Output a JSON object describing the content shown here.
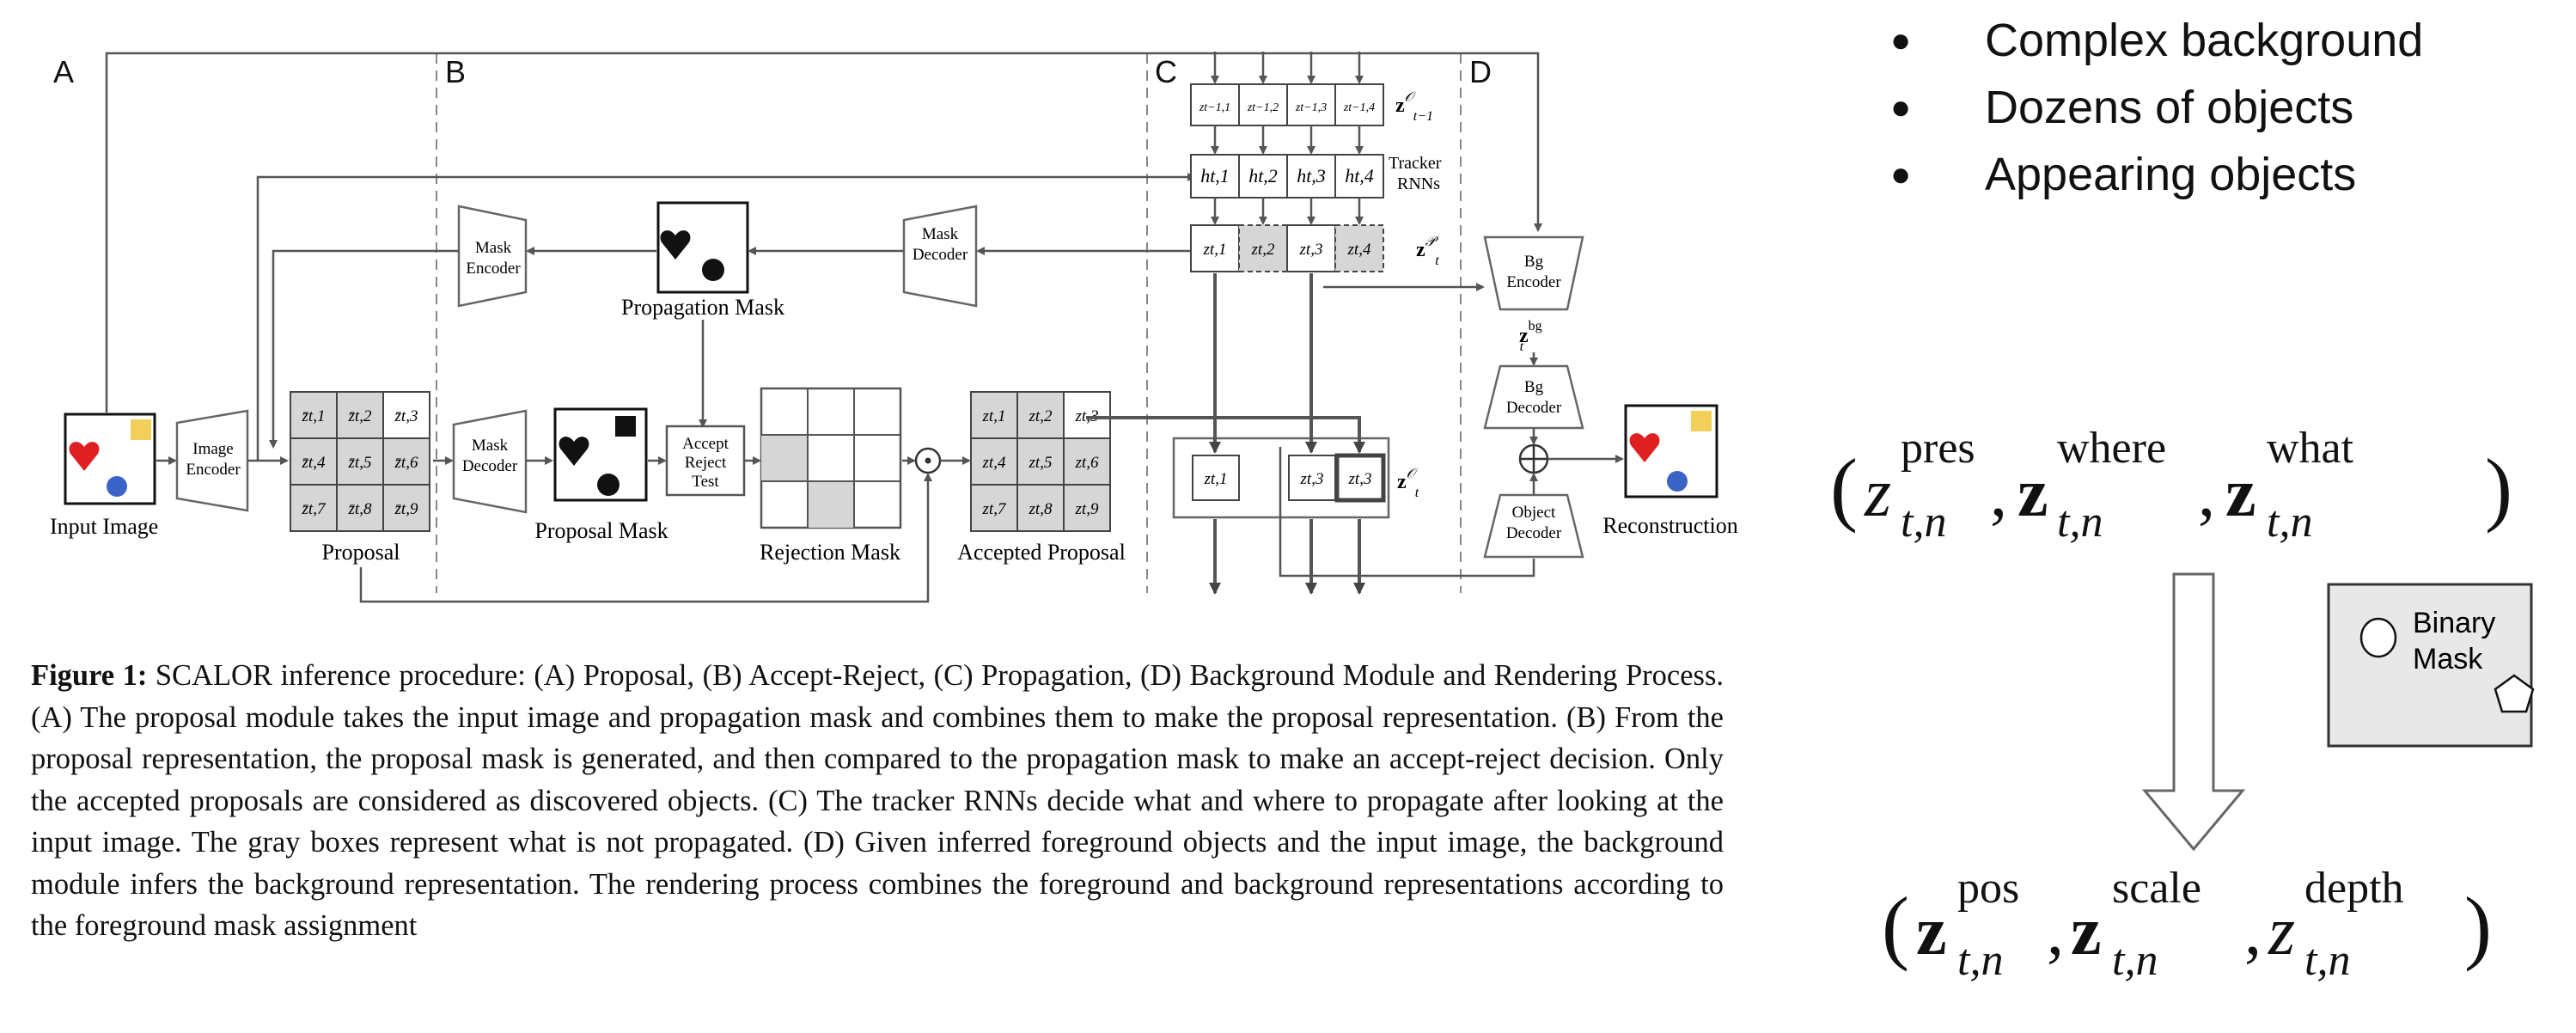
{
  "panels": {
    "a": "A",
    "b": "B",
    "c": "C",
    "d": "D"
  },
  "labels": {
    "input_image": "Input Image",
    "image_encoder_1": "Image",
    "image_encoder_2": "Encoder",
    "mask_encoder_1": "Mask",
    "mask_encoder_2": "Encoder",
    "mask_decoder_top_1": "Mask",
    "mask_decoder_top_2": "Decoder",
    "mask_decoder_mid_1": "Mask",
    "mask_decoder_mid_2": "Decoder",
    "propagation_mask": "Propagation Mask",
    "proposal": "Proposal",
    "proposal_mask": "Proposal Mask",
    "accept_1": "Accept",
    "accept_2": "Reject",
    "accept_3": "Test",
    "rejection_mask": "Rejection  Mask",
    "accepted_proposal": "Accepted Proposal",
    "tracker_1": "Tracker",
    "tracker_2": "RNNs",
    "bg_encoder_1": "Bg",
    "bg_encoder_2": "Encoder",
    "bg_decoder_1": "Bg",
    "bg_decoder_2": "Decoder",
    "object_decoder_1": "Object",
    "object_decoder_2": "Decoder",
    "reconstruction": "Reconstruction",
    "z_bg": "z",
    "z_bg_sub": "t",
    "z_bg_sup": "bg"
  },
  "proposal_grid": [
    "z̄t,1",
    "z̄t,2",
    "z̄t,3",
    "z̄t,4",
    "z̄t,5",
    "z̄t,6",
    "z̄t,7",
    "z̄t,8",
    "z̄t,9"
  ],
  "accepted_grid": [
    "zt,1",
    "zt,2",
    "zt,3",
    "zt,4",
    "zt,5",
    "zt,6",
    "zt,7",
    "zt,8",
    "zt,9"
  ],
  "tracker_top": [
    "zt−1,1",
    "zt−1,2",
    "zt−1,3",
    "zt−1,4"
  ],
  "tracker_h": [
    "ht,1",
    "ht,2",
    "ht,3",
    "ht,4"
  ],
  "tracker_p": [
    "zt,1",
    "zt,2",
    "zt,3",
    "zt,4"
  ],
  "caption": {
    "figure_label": "Figure 1:",
    "text": "SCALOR inference procedure: (A) Proposal, (B) Accept-Reject, (C) Propagation, (D) Background Module and Rendering Process. (A) The proposal module takes the input image and propagation mask and combines them to make the proposal representation. (B) From the proposal representation, the proposal mask is generated, and then compared to the propagation mask to make an accept-reject decision. Only the accepted proposals are considered as discovered objects. (C) The tracker RNNs decide what and where to propagate after looking at the input image. The gray boxes represent what is not propagated. (D) Given inferred foreground objects and the input image, the background module infers the background representation.  The rendering process combines the foreground and background representations according to the foreground mask assignment"
  },
  "bullets": [
    "Complex background",
    "Dozens of objects",
    "Appearing objects"
  ],
  "binary_mask": [
    "Binary",
    "Mask"
  ],
  "formula_top": {
    "open": "(",
    "t1": "z",
    "t1_sup": "pres",
    "t1_sub": "t,n",
    "t2": "z",
    "t2_sup": "where",
    "t2_sub": "t,n",
    "t3": "z",
    "t3_sup": "what",
    "t3_sub": "t,n",
    "close": ")"
  },
  "formula_bottom": {
    "open": "(",
    "t1": "z",
    "t1_sup": "pos",
    "t1_sub": "t,n",
    "t2": "z",
    "t2_sup": "scale",
    "t2_sub": "t,n",
    "t3": "z",
    "t3_sup": "depth",
    "t3_sub": "t,n",
    "close": ")"
  },
  "colors": {
    "heart": "#e02020",
    "square": "#f2cf5a",
    "circle": "#3a63c8",
    "gray_cell": "#d6d6d6"
  }
}
